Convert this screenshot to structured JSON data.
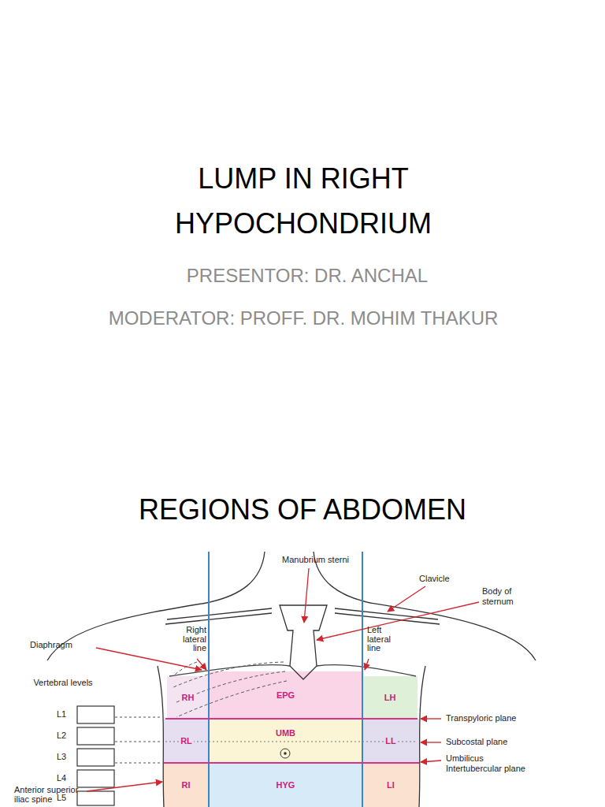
{
  "diagram": {
    "title": "LUMP IN RIGHT HYPOCHONDRIUM",
    "nodes": [
      {
        "text": [
          "RH"
        ]
      },
      {
        "text": [
          "EPG"
        ]
      },
      {
        "text": [
          "LH"
        ]
      },
      {
        "text": [
          "RL"
        ]
      },
      {
        "text": [
          "UMB"
        ]
      },
      {
        "text": [
          "LL"
        ]
      },
      {
        "text": [
          "RI"
        ]
      },
      {
        "text": [
          "HYG"
        ]
      },
      {
        "text": [
          "LI"
        ]
      }
    ],
    "labels": [
      "PRESENTOR: DR. ANCHAL",
      "MODERATOR: PROFF. DR. MOHIM THAKUR",
      "REGIONS OF ABDOMEN",
      "Manubrium sterni",
      "Clavicle",
      "Body of sternum",
      "Diaphragm",
      "Right lateral line",
      "Left lateral line",
      "Vertebral levels",
      "L1",
      "L2",
      "L3",
      "L4",
      "L5",
      "Transpyloric plane",
      "Subcostal plane",
      "Umbilicus",
      "Intertubercular plane",
      "Anterior superior iliac spine"
    ]
  }
}
